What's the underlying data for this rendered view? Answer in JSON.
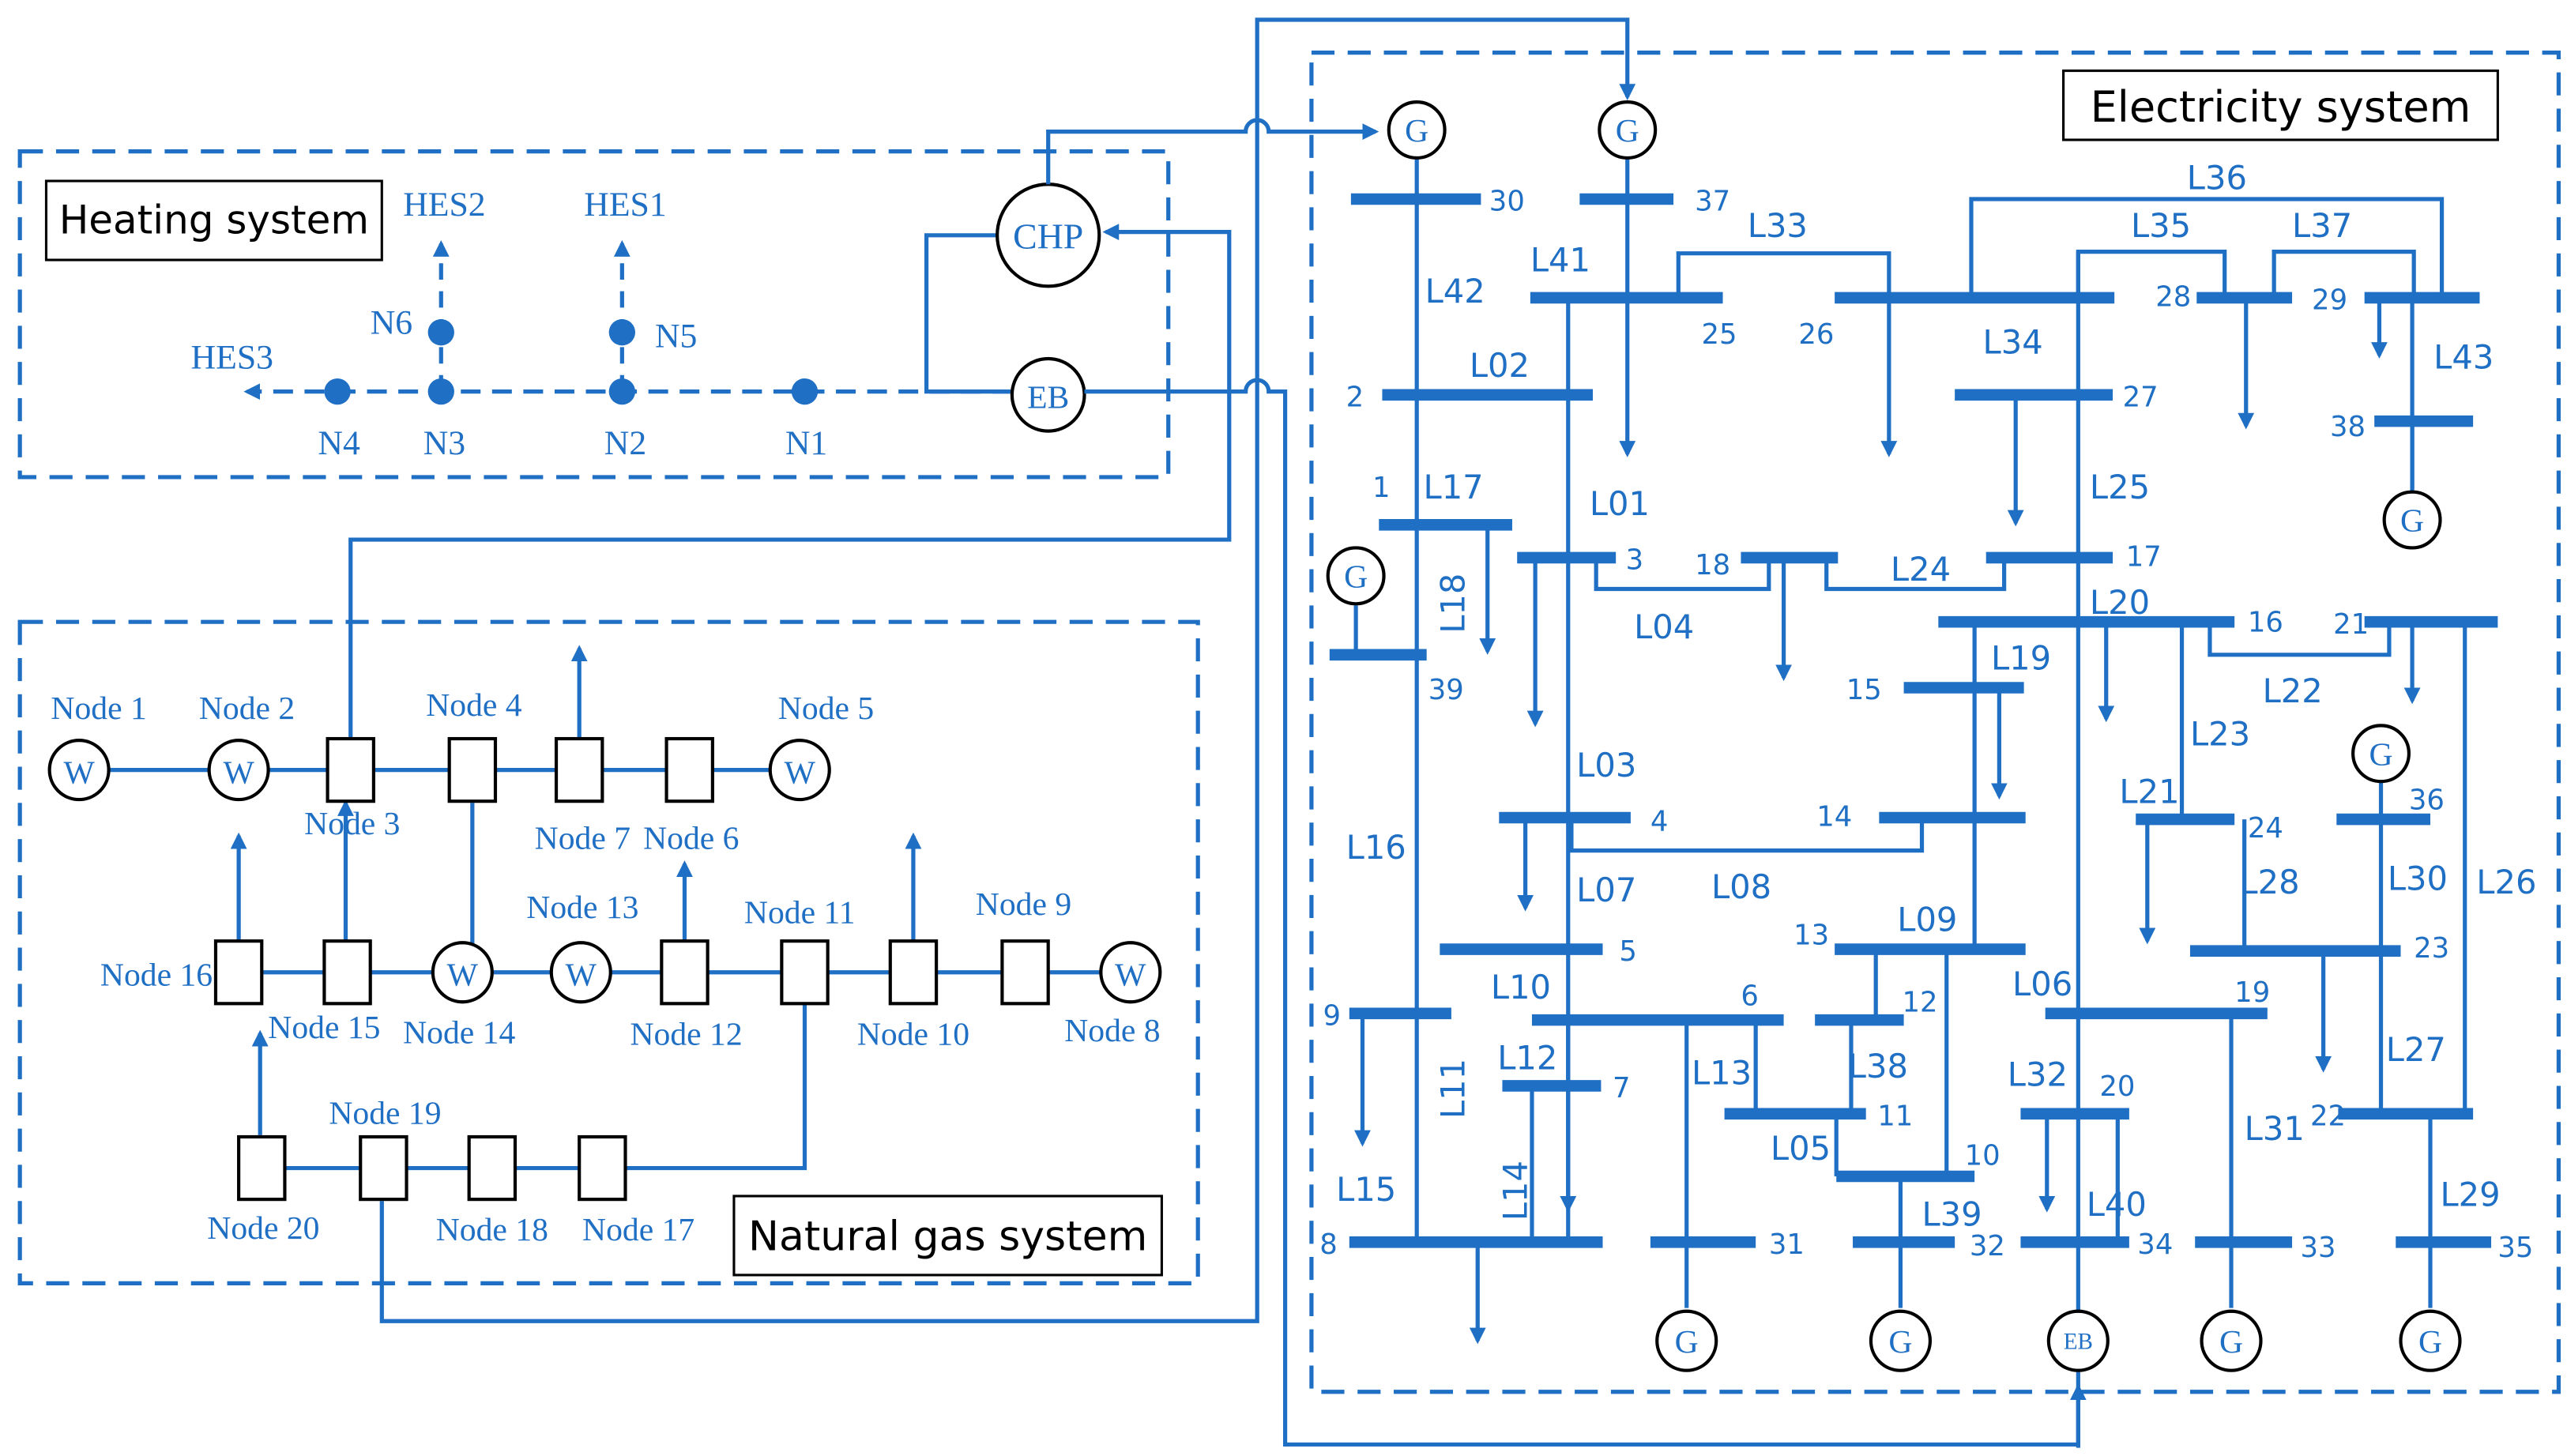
{
  "colors": {
    "accent": "#1f6fc4",
    "text": "#000000",
    "background": "#ffffff"
  },
  "heating": {
    "title": "Heating system",
    "chp": "CHP",
    "eb": "EB",
    "hes1": "HES1",
    "hes2": "HES2",
    "hes3": "HES3",
    "nodes": [
      "N1",
      "N2",
      "N3",
      "N4",
      "N5",
      "N6"
    ]
  },
  "gas": {
    "title": "Natural gas system",
    "well_symbol": "W",
    "nodes": [
      "Node 1",
      "Node 2",
      "Node 3",
      "Node 4",
      "Node 5",
      "Node 6",
      "Node 7",
      "Node 8",
      "Node 9",
      "Node 10",
      "Node 11",
      "Node 12",
      "Node 13",
      "Node 14",
      "Node 15",
      "Node 16",
      "Node 17",
      "Node 18",
      "Node 19",
      "Node 20"
    ]
  },
  "electricity": {
    "title": "Electricity system",
    "generator_symbol": "G",
    "eb_symbol": "EB",
    "buses": [
      "1",
      "2",
      "3",
      "4",
      "5",
      "6",
      "7",
      "8",
      "9",
      "10",
      "11",
      "12",
      "13",
      "14",
      "15",
      "16",
      "17",
      "18",
      "19",
      "20",
      "21",
      "22",
      "23",
      "24",
      "25",
      "26",
      "27",
      "28",
      "29",
      "30",
      "31",
      "32",
      "33",
      "34",
      "35",
      "36",
      "37",
      "38",
      "39"
    ],
    "lines": [
      "L01",
      "L02",
      "L03",
      "L04",
      "L05",
      "L06",
      "L07",
      "L08",
      "L09",
      "L10",
      "L11",
      "L12",
      "L13",
      "L14",
      "L15",
      "L16",
      "L17",
      "L18",
      "L19",
      "L20",
      "L21",
      "L22",
      "L23",
      "L24",
      "L25",
      "L26",
      "L27",
      "L28",
      "L29",
      "L30",
      "L31",
      "L32",
      "L33",
      "L34",
      "L35",
      "L36",
      "L37",
      "L38",
      "L39",
      "L40",
      "L41",
      "L42",
      "L43"
    ]
  }
}
